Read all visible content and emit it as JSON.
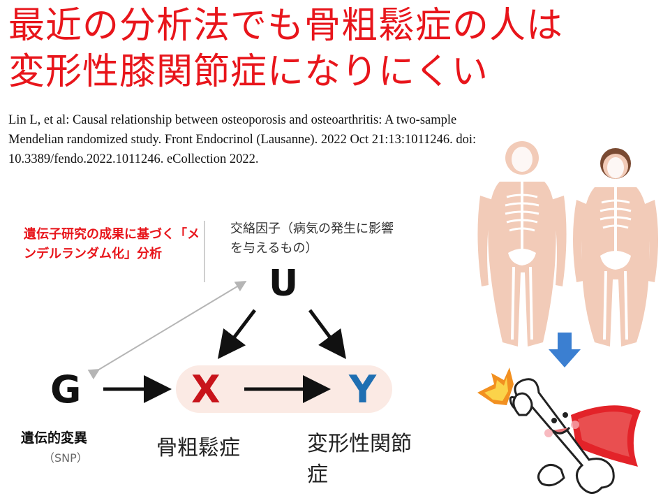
{
  "title": {
    "line1": "最近の分析法でも骨粗鬆症の人は",
    "line2": "変形性膝関節症になりにくい"
  },
  "citation": "Lin L, et al: Causal relationship between osteoporosis and osteoarthritis: A two-sample Mendelian randomized study. Front Endocrinol (Lausanne). 2022 Oct 21:13:1011246. doi: 10.3389/fendo.2022.1011246. eCollection 2022.",
  "method_note": "遺伝子研究の成果に基づく「メンデルランダム化」分析",
  "diagram": {
    "confounder_note": "交絡因子（病気の発生に影響を与えるもの）",
    "u_label": "U",
    "g_label": "G",
    "x_label": "X",
    "y_label": "Y",
    "g_caption": "遺伝的変異",
    "g_caption_sub": "（SNP）",
    "x_caption": "骨粗鬆症",
    "y_caption": "変形性関節症"
  },
  "colors": {
    "title": "#e8151b",
    "x_node": "#c8141b",
    "y_node": "#1f6fb2",
    "highlight": "#fbeae4",
    "down_arrow": "#3b7fd1"
  }
}
